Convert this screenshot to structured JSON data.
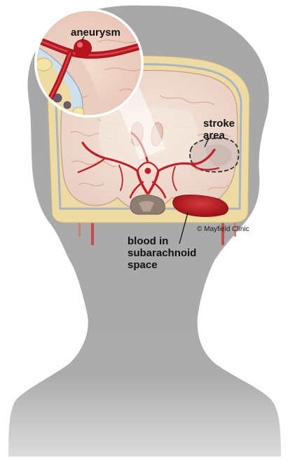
{
  "labels": {
    "aneurysm": "aneurysm",
    "stroke_area": [
      "stroke",
      "area"
    ],
    "blood": [
      "blood in",
      "subarachnoid",
      "space"
    ],
    "copyright": "© Mayfield Clinic"
  },
  "colors": {
    "silhouette": "#a9a9a9",
    "skull": "#eedca6",
    "brain": "#f0ddd3",
    "artery": "#c01f28",
    "blood_pool": "#b1121c",
    "dura": "#9aa8b7"
  }
}
